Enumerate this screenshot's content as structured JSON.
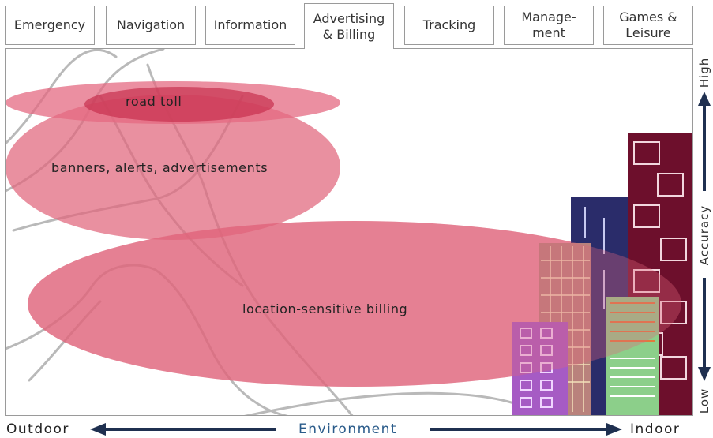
{
  "tabs": [
    {
      "label": "Emergency",
      "active": false
    },
    {
      "label": "Navigation",
      "active": false
    },
    {
      "label": "Information",
      "active": false
    },
    {
      "label": "Advertising\n& Billing",
      "active": true
    },
    {
      "label": "Tracking",
      "active": false
    },
    {
      "label": "Manage-\nment",
      "active": false
    },
    {
      "label": "Games &\nLeisure",
      "active": false
    }
  ],
  "regions": {
    "road_toll": "road toll",
    "banners": "banners, alerts, advertisements",
    "billing": "location-sensitive billing"
  },
  "axis_y": {
    "high": "High",
    "middle": "Accuracy",
    "low": "Low"
  },
  "axis_x": {
    "left": "Outdoor",
    "middle": "Environment",
    "right": "Indoor"
  },
  "colors": {
    "ellipse_fill": "#e0657c",
    "road_toll_fill": "#c8304f",
    "arrow": "#1f3050",
    "axis_center_text": "#2a5b8a"
  }
}
